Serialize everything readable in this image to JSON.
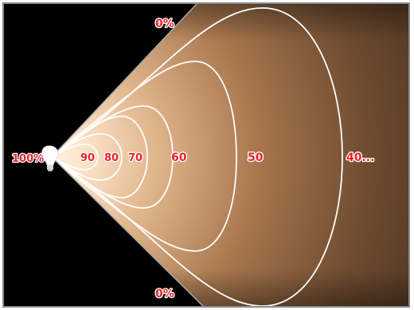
{
  "labels": {
    "source": "100%",
    "edge_top": "0%",
    "edge_bottom": "0%",
    "contours": [
      "90",
      "80",
      "70",
      "60",
      "50",
      "40..."
    ]
  },
  "colors": {
    "background": "#000000",
    "beam_inner": "#fde6cc",
    "beam_mid": "#b88458",
    "beam_outer": "#5a3d27",
    "contour_line": "#ffffff",
    "label_fill": "#e8232b",
    "label_outline": "#ffffff",
    "frame_border": "#8a8a8a"
  },
  "icons": {
    "light_source": "lightbulb-icon"
  }
}
